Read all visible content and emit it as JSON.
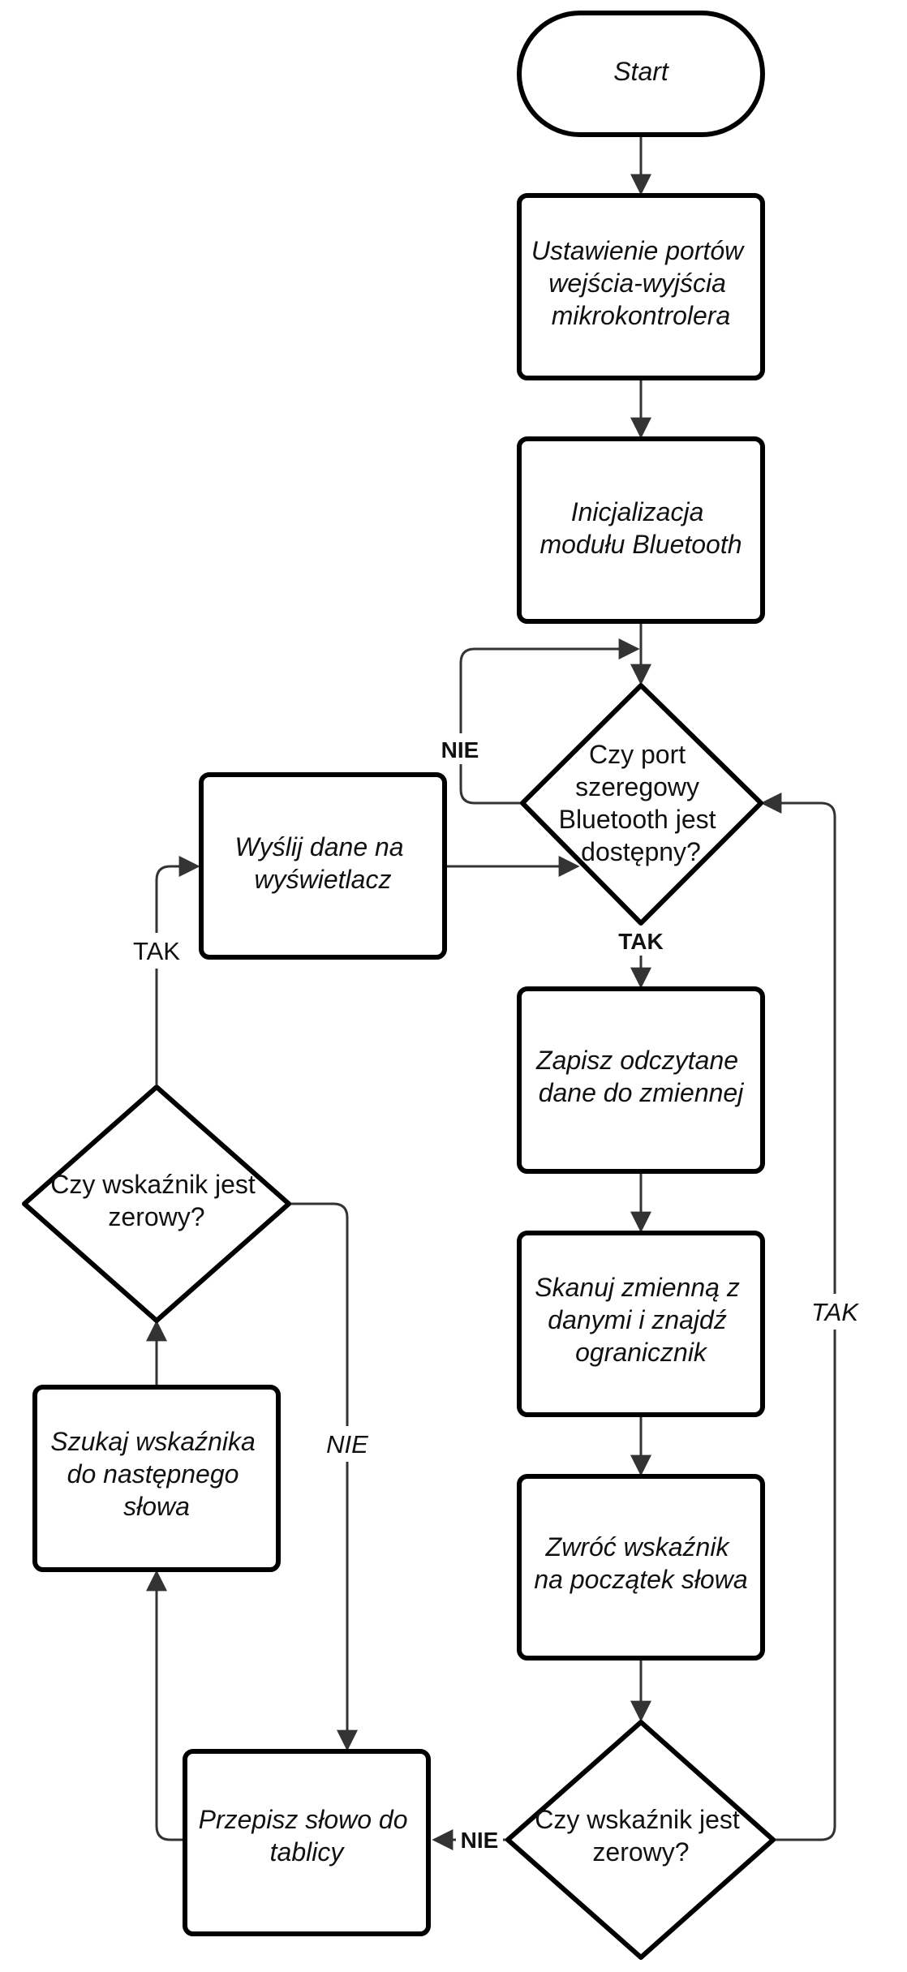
{
  "nodes": {
    "start": "Start",
    "set_ports": [
      "Ustawienie portów",
      "wejścia-wyjścia",
      "mikrokontrolera"
    ],
    "init_bt": [
      "Inicjalizacja",
      "modułu Bluetooth"
    ],
    "check_port": [
      "Czy port",
      "szeregowy",
      "Bluetooth jest",
      "dostępny?"
    ],
    "save_data": [
      "Zapisz odczytane",
      "dane do zmiennej"
    ],
    "scan": [
      "Skanuj zmienną z",
      "danymi i znajdź",
      "ogranicznik"
    ],
    "return_ptr": [
      "Zwróć wskaźnik",
      "na początek słowa"
    ],
    "check_ptr_right": [
      "Czy wskaźnik jest",
      "zerowy?"
    ],
    "copy_word": [
      "Przepisz słowo do",
      "tablicy"
    ],
    "find_ptr": [
      "Szukaj wskaźnika",
      "do następnego",
      "słowa"
    ],
    "check_ptr_left": [
      "Czy wskaźnik jest",
      "zerowy?"
    ],
    "send_display": [
      "Wyślij dane na",
      "wyświetlacz"
    ]
  },
  "edge_labels": {
    "port_no": "NIE",
    "port_yes": "TAK",
    "ptr_right_yes": "TAK",
    "ptr_right_no": "NIE",
    "ptr_left_yes": "TAK",
    "ptr_left_no": "NIE"
  }
}
